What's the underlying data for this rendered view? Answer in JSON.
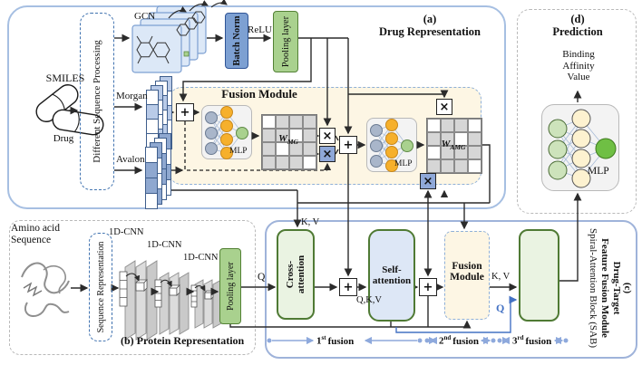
{
  "panel_a": {
    "tag": "(a)",
    "title": "Drug Representation",
    "smiles": "SMILES",
    "drug_caption": "Drug",
    "seq_processing": "Different Sequence Processing",
    "gcn": "GCN",
    "batch_norm": "Batch Norm",
    "relu": "ReLU",
    "pooling": "Pooling layer",
    "morgan": "Morgan",
    "avalon": "Avalon",
    "fusion_title": "Fusion Module",
    "mlp1": "MLP",
    "mlp2": "MLP",
    "w_mg_base": "W",
    "w_mg_sub": "MG",
    "w_amg_base": "W",
    "w_amg_sub": "AMG"
  },
  "panel_b": {
    "title": "(b) Protein Representation",
    "amino_line1": "Amino acid",
    "amino_line2": "Sequence",
    "seq_representation": "Sequence Representation",
    "cnn1": "1D-CNN",
    "cnn2": "1D-CNN",
    "cnn3": "1D-CNN",
    "pooling": "Pooling layer"
  },
  "panel_c": {
    "tag": "(c)",
    "rot_line1": "Drug-Target",
    "rot_line2": "Feature Fusion Module",
    "rot_line3": "Spiral-Attention Block (SAB)",
    "q1": "Q",
    "kv1": "K, V",
    "qkv": "Q,K,V",
    "cross1_l1": "Cross-",
    "cross1_l2": "attention",
    "self_l1": "Self-",
    "self_l2": "attention",
    "fusion_l1": "Fusion",
    "fusion_l2": "Module",
    "kv2": "K, V",
    "q2": "Q",
    "steps": [
      {
        "num": "1",
        "sup": "st",
        "word": "fusion"
      },
      {
        "num": "2",
        "sup": "nd",
        "word": "fusion"
      },
      {
        "num": "3",
        "sup": "rd",
        "word": "fusion"
      }
    ]
  },
  "panel_d": {
    "tag": "(d)",
    "title": "Prediction",
    "out_line1": "Binding",
    "out_line2": "Affinity",
    "out_line3": "Value",
    "mlp": "MLP"
  },
  "ops": {
    "plus": "+",
    "times": "×"
  },
  "colors": {
    "panel_a_border": "#a6bfe2",
    "panel_c_border": "#9fb3da",
    "dashed_panel": "#b9b9b9",
    "fusion_fill": "#fdf6e4",
    "fusion_dash": "#8fb0d8",
    "batch_norm_fill": "#7da0d2",
    "green_fill": "#a9d18e",
    "green_border": "#538135",
    "cross_fill": "#eaf3e2",
    "self_fill": "#dde7f6",
    "node_blue": "#a9b6ca",
    "node_orange": "#f6b02c",
    "node_green": "#a9d18e",
    "node_lightgreen": "#cde3bb",
    "node_cream": "#fdf2d0",
    "node_brightgreen": "#6fbf44",
    "blue_q": "#4472c4",
    "step_blue": "#8ea9dc",
    "times_blue": "#8fa8d8",
    "arrow": "#2b2b2b"
  }
}
